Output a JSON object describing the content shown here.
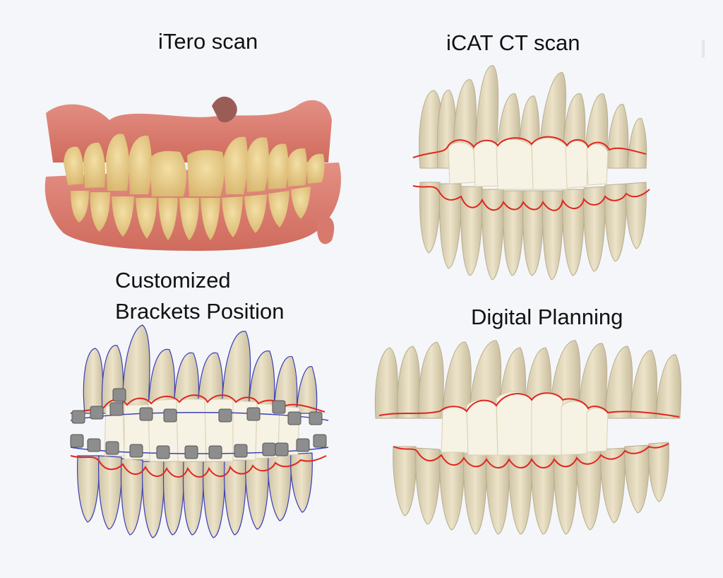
{
  "panels": [
    {
      "id": "itero",
      "label": "iTero scan"
    },
    {
      "id": "icat",
      "label": "iCAT CT scan"
    },
    {
      "id": "brackets",
      "label_lines": [
        "Customized",
        "Brackets Position"
      ]
    },
    {
      "id": "planning",
      "label": "Digital Planning"
    }
  ],
  "colors": {
    "background": "#f4f6f9",
    "gum": "#d97a6c",
    "scan_tooth": "#e8cf8f",
    "model_tooth": "#e6dcc0",
    "crown": "#f6f2e4",
    "margin_line": "#e0261e",
    "contour_line": "#3b3fb8",
    "bracket": "#8d8d8d"
  }
}
